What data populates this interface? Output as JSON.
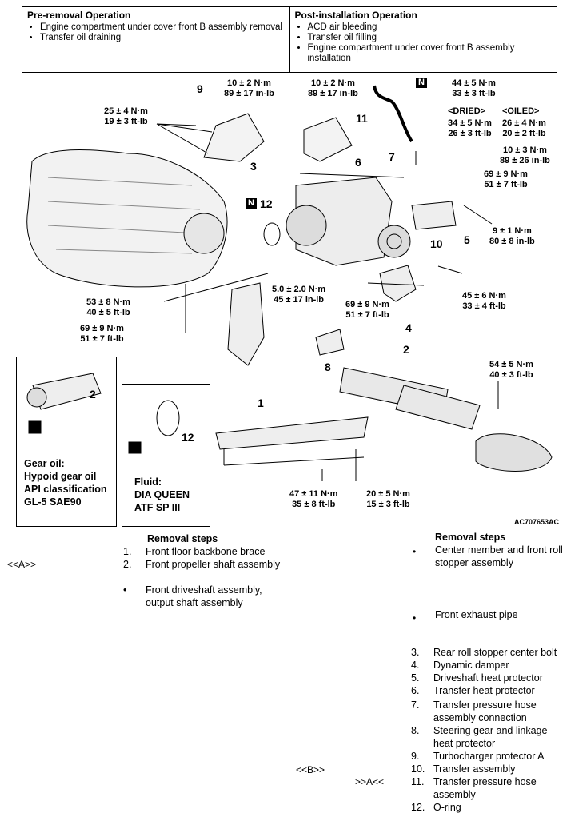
{
  "operations": {
    "pre_removal": {
      "heading": "Pre-removal Operation",
      "items": [
        "Engine compartment under cover front B assembly removal",
        "Transfer oil draining"
      ]
    },
    "post_installation": {
      "heading": "Post-installation Operation",
      "items": [
        "ACD air bleeding",
        "Transfer oil filling",
        "Engine compartment under cover front B assembly installation"
      ]
    }
  },
  "diagram": {
    "torques": {
      "t1": [
        "10 ± 2 N·m",
        "89 ± 17 in-lb"
      ],
      "t2": [
        "25 ± 4 N·m",
        "19 ± 3 ft-lb"
      ],
      "t3": [
        "10 ± 2 N·m",
        "89 ± 17 in-lb"
      ],
      "t4": [
        "44 ± 5 N·m",
        "33 ± 3 ft-lb"
      ],
      "t5_head": [
        "<DRIED>",
        "<OILED>"
      ],
      "t5_dried": [
        "34 ± 5 N·m",
        "26 ± 3 ft-lb"
      ],
      "t5_oiled": [
        "26 ± 4 N·m",
        "20 ± 2 ft-lb"
      ],
      "t6": [
        "10 ± 3 N·m",
        "89 ± 26 in-lb"
      ],
      "t7": [
        "69 ± 9 N·m",
        "51 ± 7 ft-lb"
      ],
      "t8": [
        "9 ± 1 N·m",
        "80 ± 8 in-lb"
      ],
      "t9": [
        "5.0 ± 2.0 N·m",
        "45 ± 17 in-lb"
      ],
      "t10": [
        "69 ± 9 N·m",
        "51 ± 7 ft-lb"
      ],
      "t11": [
        "45 ± 6 N·m",
        "33 ± 4 ft-lb"
      ],
      "t12": [
        "53 ± 8 N·m",
        "40 ± 5 ft-lb"
      ],
      "t13": [
        "69 ± 9 N·m",
        "51 ± 7 ft-lb"
      ],
      "t14": [
        "54 ± 5 N·m",
        "40 ± 3 ft-lb"
      ],
      "t15": [
        "47 ± 11 N·m",
        "35 ± 8 ft-lb"
      ],
      "t16": [
        "20 ± 5 N·m",
        "15 ± 3 ft-lb"
      ]
    },
    "callouts": [
      "1",
      "2",
      "3",
      "4",
      "5",
      "6",
      "7",
      "8",
      "9",
      "10",
      "11",
      "12",
      "2",
      "12"
    ],
    "n_mark": "N",
    "gear_oil": [
      "Gear oil:",
      "Hypoid gear oil",
      "API classification",
      "GL-5 SAE90"
    ],
    "fluid": [
      "Fluid:",
      "DIA QUEEN",
      "ATF SP III"
    ],
    "code": "AC707653AC"
  },
  "left_steps": {
    "title": "Removal steps",
    "tag_a": "<<A>>",
    "tag_b": "<<B>>",
    "items": [
      {
        "n": "1.",
        "t": "Front floor backbone brace"
      },
      {
        "n": "2.",
        "t": "Front propeller shaft assembly"
      },
      {
        "n": "•",
        "t": "Front driveshaft assembly, output shaft assembly"
      }
    ]
  },
  "right_steps": {
    "title": "Removal steps",
    "tag_a": ">>A<<",
    "bullets": [
      "Center member and front roll stopper assembly",
      "Front exhaust pipe"
    ],
    "items": [
      {
        "n": "3.",
        "t": "Rear roll stopper center bolt"
      },
      {
        "n": "4.",
        "t": "Dynamic damper"
      },
      {
        "n": "5.",
        "t": "Driveshaft heat protector"
      },
      {
        "n": "6.",
        "t": "Transfer heat protector"
      },
      {
        "n": "7.",
        "t": "Transfer pressure hose assembly connection"
      },
      {
        "n": "8.",
        "t": "Steering gear and linkage heat protector"
      },
      {
        "n": "9.",
        "t": "Turbocharger protector A"
      },
      {
        "n": "10.",
        "t": "Transfer assembly"
      },
      {
        "n": "11.",
        "t": "Transfer pressure hose assembly"
      },
      {
        "n": "12.",
        "t": "O-ring"
      }
    ]
  }
}
